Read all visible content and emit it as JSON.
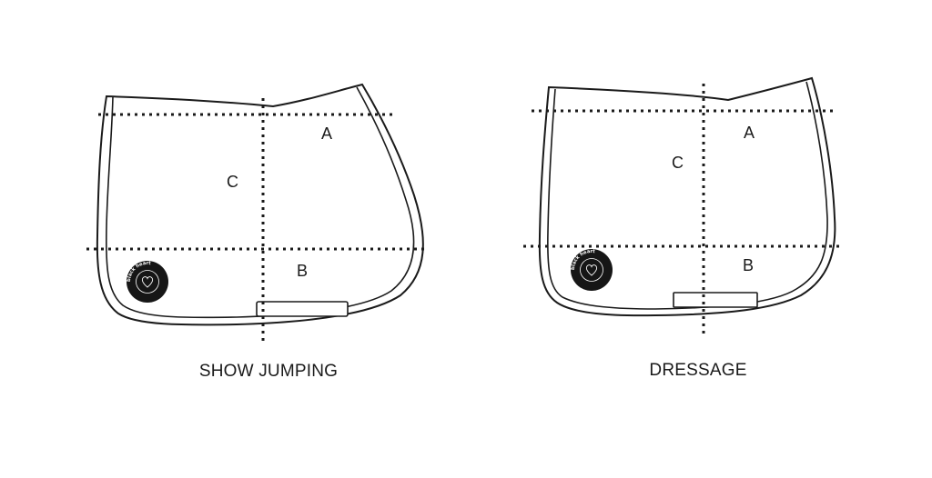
{
  "diagrams": [
    {
      "caption": "SHOW JUMPING",
      "labels": {
        "a": "A",
        "b": "B",
        "c": "C"
      },
      "badge_text": "black heart"
    },
    {
      "caption": "DRESSAGE",
      "labels": {
        "a": "A",
        "b": "B",
        "c": "C"
      },
      "badge_text": "black heart"
    }
  ],
  "colors": {
    "ink": "#1a1a1a",
    "badge": "#161616",
    "background": "#ffffff"
  },
  "icons": [
    "heart-icon"
  ]
}
